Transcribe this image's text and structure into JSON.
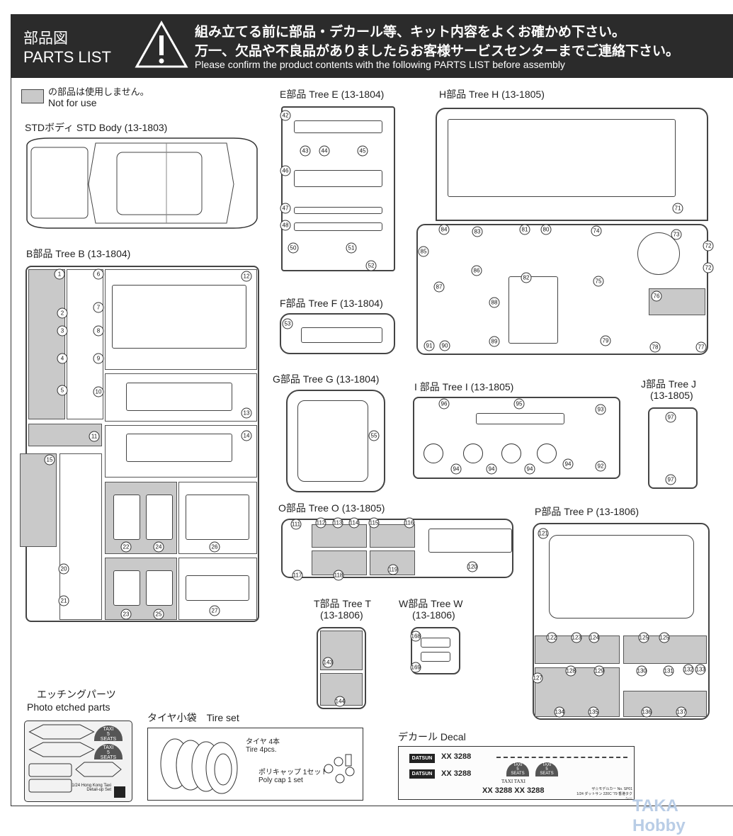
{
  "header": {
    "title_jp": "部品図",
    "title_en": "PARTS LIST",
    "warning_jp_1": "組み立てる前に部品・デカール等、キット内容をよくお確かめ下さい。",
    "warning_jp_2": "万一、欠品や不良品がありましたらお客様サービスセンターまでご連絡下さい。",
    "warning_en": "Please confirm the product contents with the following PARTS LIST before assembly"
  },
  "legend": {
    "jp": "の部品は使用しません。",
    "en": "Not for use"
  },
  "trees": {
    "std": {
      "title": "STDボディ STD Body (13-1803)"
    },
    "b": {
      "title": "B部品 Tree B (13-1804)",
      "parts": [
        "1",
        "2",
        "3",
        "4",
        "5",
        "6",
        "7",
        "8",
        "9",
        "10",
        "11",
        "12",
        "13",
        "14",
        "15",
        "20",
        "21",
        "22",
        "23",
        "24",
        "25",
        "26",
        "27"
      ]
    },
    "e": {
      "title": "E部品 Tree E (13-1804)",
      "parts": [
        "42",
        "43",
        "44",
        "45",
        "46",
        "47",
        "48",
        "50",
        "51",
        "52"
      ]
    },
    "f": {
      "title": "F部品 Tree F (13-1804)",
      "parts": [
        "53"
      ]
    },
    "g": {
      "title": "G部品 Tree G (13-1804)",
      "parts": [
        "55"
      ]
    },
    "h": {
      "title": "H部品 Tree H (13-1805)",
      "parts": [
        "71",
        "84",
        "83",
        "81",
        "80",
        "74",
        "73",
        "85",
        "72",
        "72",
        "86",
        "87",
        "82",
        "75",
        "76",
        "88",
        "89",
        "91",
        "90",
        "79",
        "78",
        "77"
      ]
    },
    "i": {
      "title": "I 部品 Tree I (13-1805)",
      "parts": [
        "96",
        "95",
        "93",
        "94",
        "94",
        "94",
        "94",
        "92"
      ]
    },
    "j": {
      "title": "J部品 Tree J",
      "code": "(13-1805)",
      "parts": [
        "97",
        "97"
      ]
    },
    "o": {
      "title": "O部品 Tree O (13-1805)",
      "parts": [
        "111",
        "112",
        "113",
        "114",
        "115",
        "116",
        "117",
        "118",
        "119",
        "120"
      ]
    },
    "p": {
      "title": "P部品 Tree P (13-1806)",
      "parts": [
        "121",
        "122",
        "123",
        "124",
        "125",
        "125",
        "127",
        "128",
        "129",
        "130",
        "131",
        "132",
        "133",
        "134",
        "135",
        "136",
        "137"
      ]
    },
    "t": {
      "title": "T部品 Tree T",
      "code": "(13-1806)",
      "parts": [
        "143",
        "144"
      ]
    },
    "w": {
      "title": "W部品 Tree W",
      "code": "(13-1806)",
      "parts": [
        "168",
        "169"
      ]
    }
  },
  "etched": {
    "title_jp": "エッチングパーツ",
    "title_en": "Photo etched parts",
    "badge_top": "TAXI",
    "badge_num": "5",
    "badge_bottom": "SEATS",
    "caption_1": "1/24 Hong Kong Taxi",
    "caption_2": "Detail-up Set"
  },
  "tire_set": {
    "title": "タイヤ小袋　Tire set",
    "tire_jp": "タイヤ 4本",
    "tire_en": "Tire 4pcs.",
    "cap_jp": "ポリキャップ 1セット",
    "cap_en": "Poly cap 1 set"
  },
  "decal": {
    "title": "デカール Decal",
    "brand": "DATSUN",
    "plate": "XX 3288",
    "plate_row": "XX 3288 XX 3288",
    "taxi": "TAXI TAXI",
    "badge_top": "TAXI",
    "badge_num": "5",
    "badge_bottom": "SEATS",
    "maker_1": "ザ☆モデルカー No. SP01",
    "maker_2": "1/24 ダットサン 220C '79 香港タクシー"
  },
  "watermark": "TAKA Hobby"
}
